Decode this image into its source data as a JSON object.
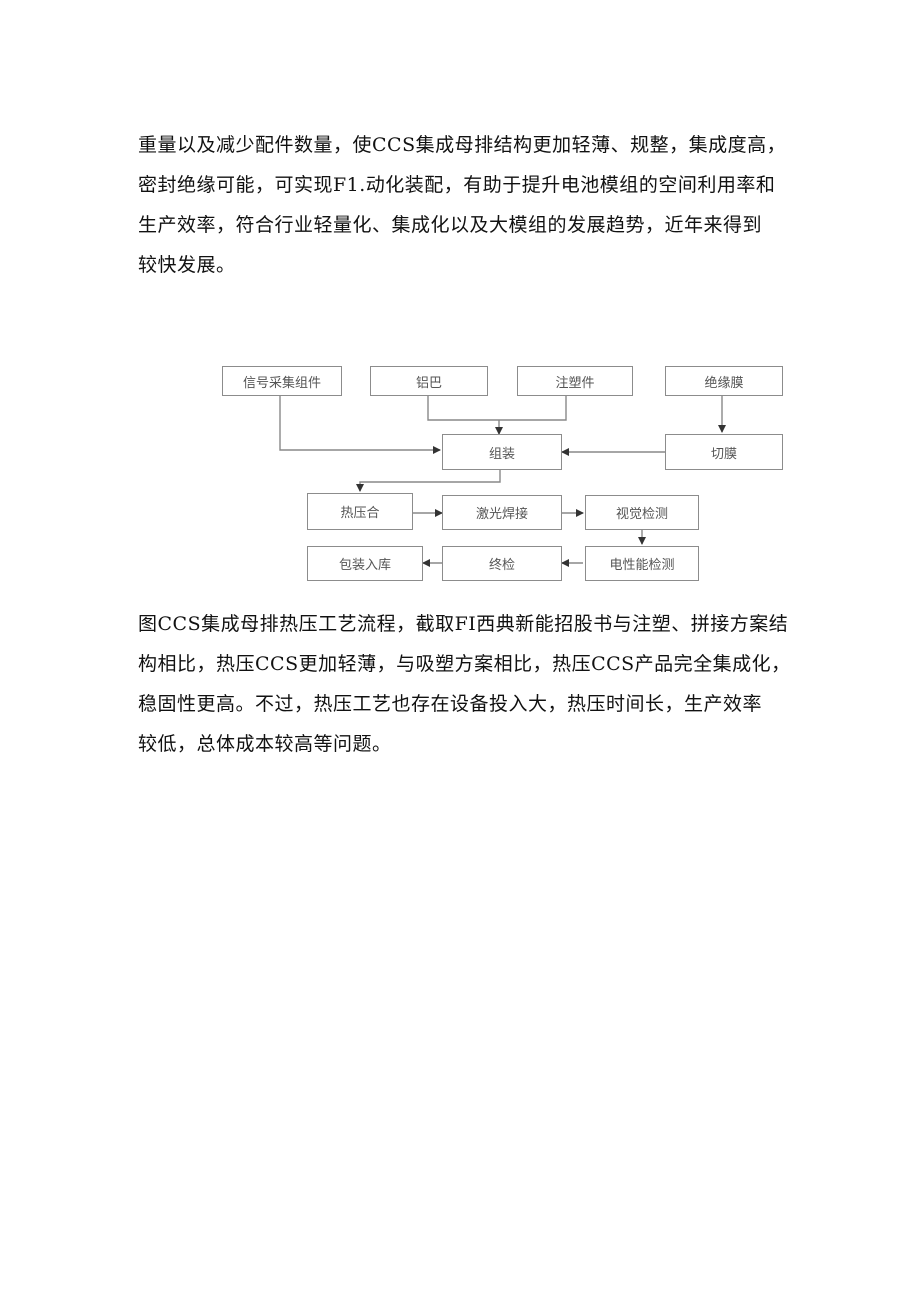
{
  "paragraph_1": {
    "lines": [
      "重量以及减少配件数量，使CCS集成母排结构更加轻薄、规整，集成度高，",
      "密封绝缘可能，可实现F1.动化装配，有助于提升电池模组的空间利用率和",
      "生产效率，符合行业轻量化、集成化以及大模组的发展趋势，近年来得到",
      "较快发展。"
    ]
  },
  "flowchart": {
    "nodes": {
      "signal": "信号采集组件",
      "aluminum": "铝巴",
      "injection": "注塑件",
      "insulation": "绝缘膜",
      "assembly": "组装",
      "cut_film": "切膜",
      "hot_press": "热压合",
      "laser_weld": "激光焊接",
      "visual_inspect": "视觉检测",
      "package": "包装入库",
      "final_inspect": "终检",
      "electrical_inspect": "电性能检测"
    }
  },
  "paragraph_2": {
    "lines": [
      "图CCS集成母排热压工艺流程，截取FI西典新能招股书与注塑、拼接方案结",
      "构相比，热压CCS更加轻薄，与吸塑方案相比，热压CCS产品完全集成化，",
      "稳固性更高。不过，热压工艺也存在设备投入大，热压时间长，生产效率",
      "较低，总体成本较高等问题。"
    ]
  }
}
